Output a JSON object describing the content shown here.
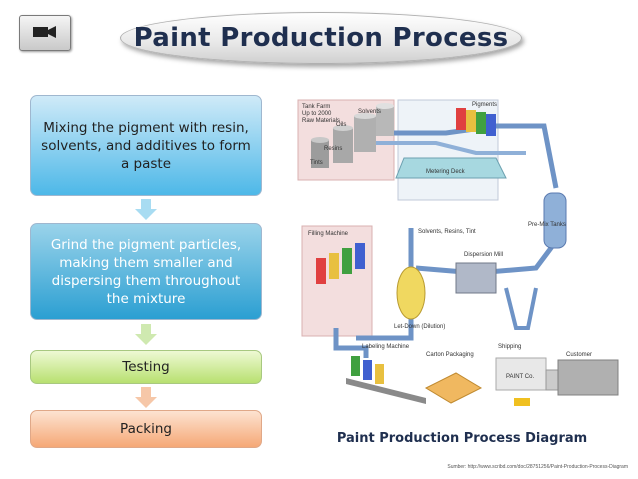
{
  "title": "Paint Production Process",
  "steps": [
    {
      "label": "Mixing the pigment with resin, solvents, and additives to form a paste"
    },
    {
      "label": "Grind the pigment particles, making them smaller and dispersing them throughout the mixture"
    },
    {
      "label": "Testing"
    },
    {
      "label": "Packing"
    }
  ],
  "diagram": {
    "caption": "Paint Production Process Diagram",
    "source": "Sumber: http://www.scribd.com/doc/28751256/Paint-Production-Process-Diagram",
    "labels": {
      "tank_farm": "Tank Farm",
      "tank_farm_line2": "Up to 2000",
      "tank_farm_line3": "Raw Materials",
      "solvents": "Solvents",
      "oils": "Oils",
      "resins": "Resins",
      "tints": "Tints",
      "pigments": "Pigments",
      "metering_deck": "Metering Deck",
      "solvents_resins_tint": "Solvents, Resins, Tint",
      "pre_mix_tanks": "Pre-Mix Tanks",
      "filling_machine": "Filling Machine",
      "dispersion_mill": "Dispersion Mill",
      "let_down": "Let-Down (Dilution)",
      "labeling_machine": "Labeling Machine",
      "carton_packaging": "Carton Packaging",
      "shipping": "Shipping",
      "customer": "Customer",
      "truck_text": "PAINT Co."
    }
  },
  "colors": {
    "title_text": "#1f2f4f",
    "step1": "#4db8e8",
    "step2": "#2b9fd2",
    "step3": "#b8e070",
    "step4": "#f5a876",
    "arrow1": "#a8dcf2",
    "arrow2": "#cfe9b0",
    "arrow3": "#f6c7a8"
  }
}
